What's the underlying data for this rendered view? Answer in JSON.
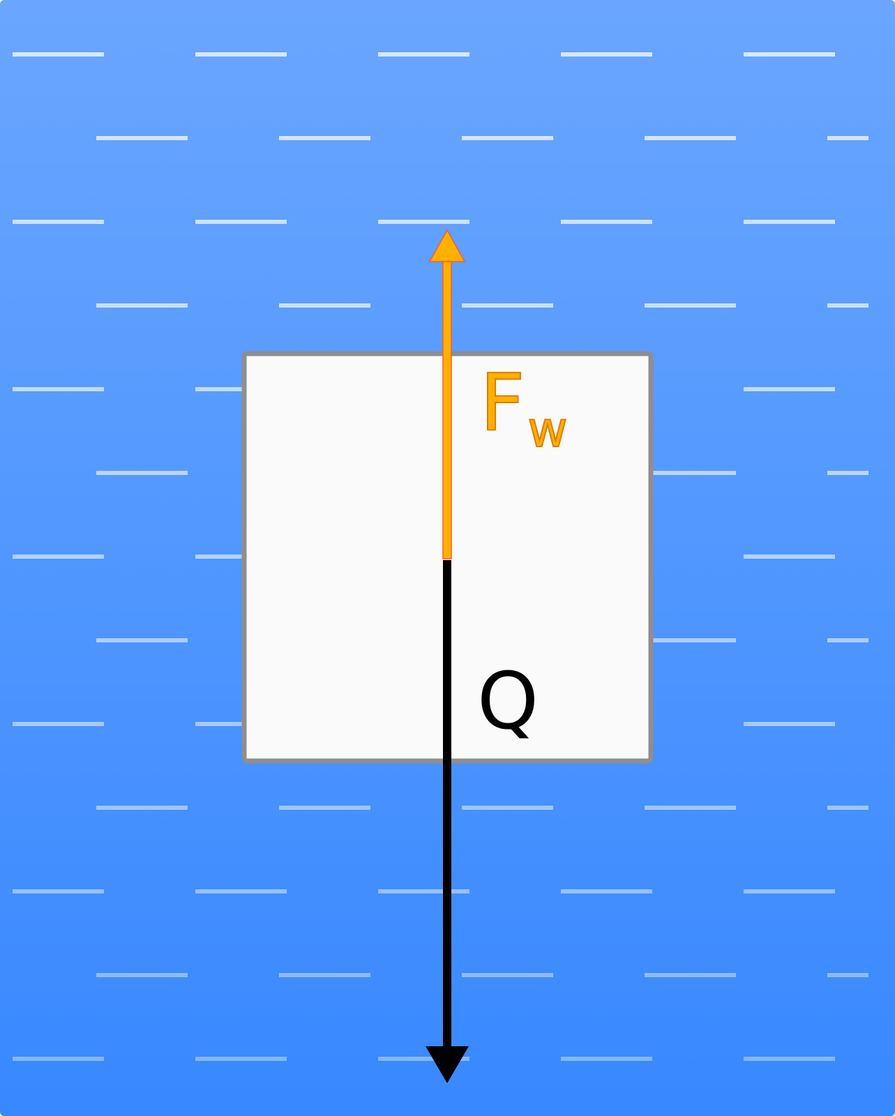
{
  "forces": {
    "buoyancy": {
      "symbol": "F",
      "subscript": "w",
      "direction": "up",
      "fill_color": "#FFB000",
      "outline_color": "#FF5A2A"
    },
    "weight": {
      "symbol": "Q",
      "direction": "down",
      "color": "#000000"
    }
  },
  "colors": {
    "water_top": "#6AA6FF",
    "water_bottom": "#3888FF",
    "wave_lines": "#FFFFFF",
    "body_fill": "#FAFAFA",
    "body_stroke": "#8E8E8E"
  }
}
